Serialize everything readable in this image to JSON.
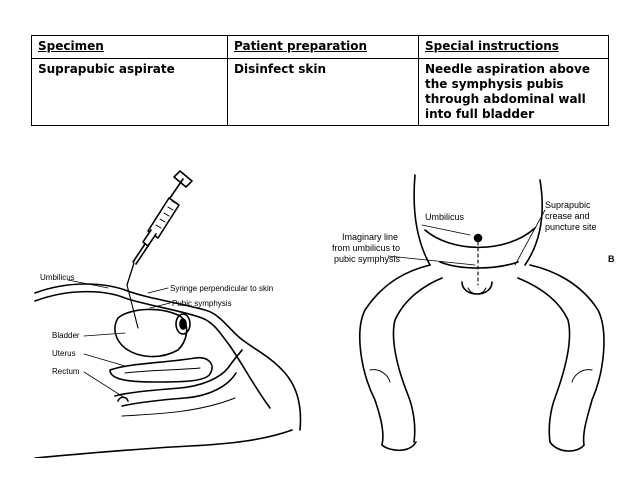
{
  "table": {
    "headers": [
      "Specimen",
      "Patient preparation",
      "Special instructions"
    ],
    "rows": [
      {
        "specimen": "Suprapubic aspirate",
        "preparation": "Disinfect skin",
        "instructions": "Needle aspiration above the symphysis pubis through abdominal wall into full bladder"
      }
    ]
  },
  "figure_left": {
    "labels": {
      "umbilicus": "Umbilicus",
      "syringe": "Syringe perpendicular to skin",
      "pubic": "Pubic symphysis",
      "bladder": "Bladder",
      "uterus": "Uterus",
      "rectum": "Rectum"
    }
  },
  "figure_right": {
    "labels": {
      "umbilicus": "Umbilicus",
      "line_1": "Imaginary line",
      "line_2": "from umbilicus to",
      "line_3": "pubic symphysis",
      "crease_1": "Suprapubic",
      "crease_2": "crease and",
      "crease_3": "puncture site",
      "panel_letter": "B"
    }
  }
}
